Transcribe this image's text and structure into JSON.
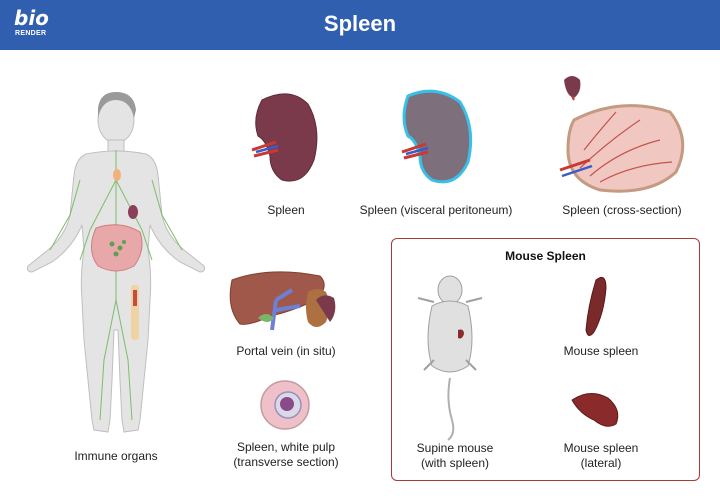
{
  "logo": {
    "main": "bio",
    "sub": "RENDER"
  },
  "title": "Spleen",
  "labels": {
    "immune_organs": "Immune organs",
    "spleen": "Spleen",
    "spleen_visceral": "Spleen (visceral peritoneum)",
    "spleen_cross": "Spleen (cross-section)",
    "portal_vein": "Portal vein (in situ)",
    "white_pulp_1": "Spleen, white pulp",
    "white_pulp_2": "(transverse section)"
  },
  "mouse_panel": {
    "title": "Mouse Spleen",
    "mouse_spleen": "Mouse spleen",
    "supine_1": "Supine mouse",
    "supine_2": "(with spleen)",
    "lateral_1": "Mouse spleen",
    "lateral_2": "(lateral)"
  },
  "colors": {
    "header": "#2f5fae",
    "spleen": "#7a3a4c",
    "box_border": "#a83a3a"
  }
}
